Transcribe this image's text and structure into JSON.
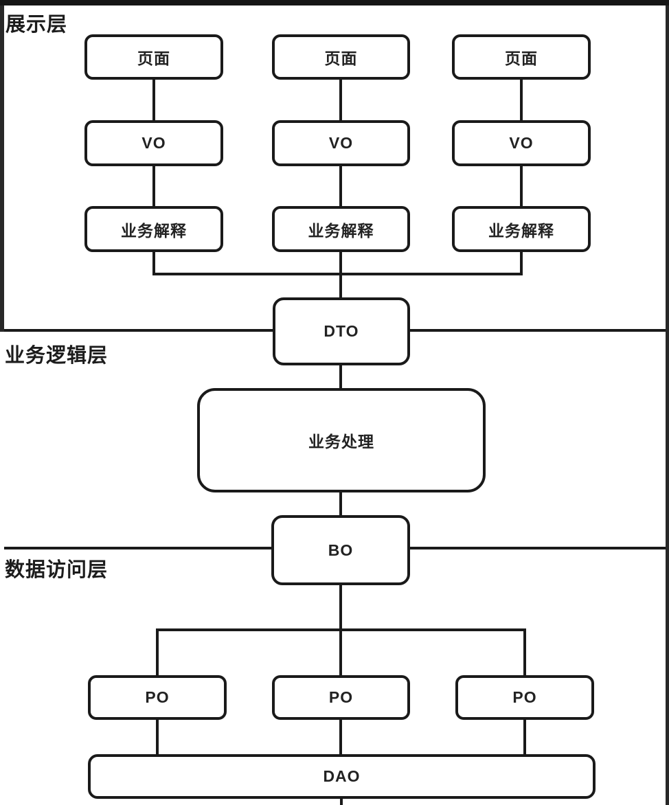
{
  "layers": {
    "presentation": {
      "label": "展示层"
    },
    "business_logic": {
      "label": "业务逻辑层"
    },
    "data_access": {
      "label": "数据访问层"
    }
  },
  "nodes": {
    "page": "页面",
    "vo": "VO",
    "business_interpretation": "业务解释",
    "dto": "DTO",
    "business_processing": "业务处理",
    "bo": "BO",
    "po": "PO",
    "dao": "DAO"
  },
  "colors": {
    "stroke": "#1a1a1a",
    "canvas": "#ffffff",
    "frame_top": "#161616",
    "frame_side": "#282828"
  }
}
